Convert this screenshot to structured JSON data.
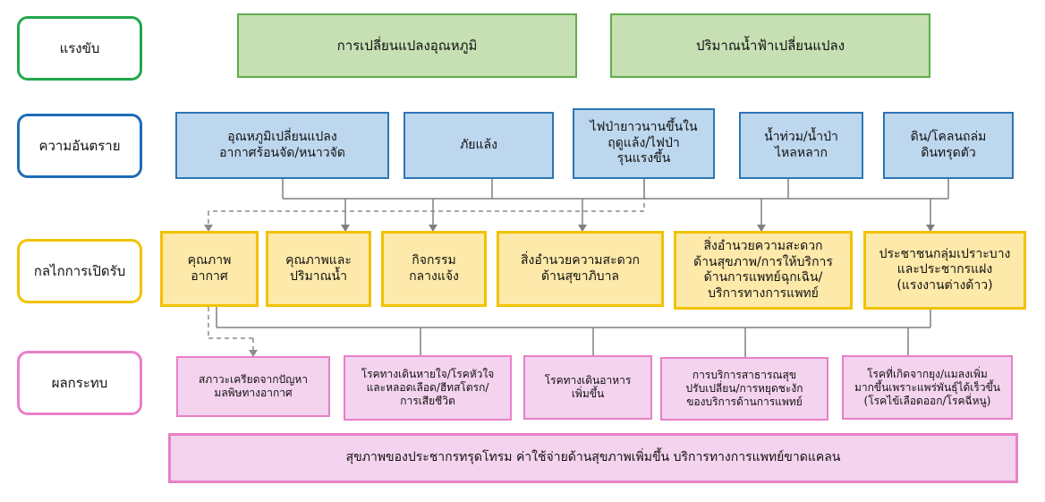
{
  "colors": {
    "drivers": "#22a84a",
    "hazards": "#1f6bb8",
    "exposure": "#f2c200",
    "impacts": "#e880c8",
    "connector": "#7f7f7f",
    "dashed_connector": "#8c8c8c"
  },
  "row_labels": {
    "drivers": "แรงขับ",
    "hazards": "ความอันตราย",
    "exposure": "กลไกการเปิดรับ",
    "impacts": "ผลกระทบ"
  },
  "drivers": [
    "การเปลี่ยนแปลงอุณหภูมิ",
    "ปริมาณน้ำฟ้าเปลี่ยนแปลง"
  ],
  "hazards": [
    "อุณหภูมิเปลี่ยนแปลง\nอากาศร้อนจัด/หนาวจัด",
    "ภัยแล้ง",
    "ไฟป่ายาวนานขึ้นใน\nฤดูแล้ง/ไฟป่า\nรุนแรงขึ้น",
    "น้ำท่วม/น้ำป่า\nไหลหลาก",
    "ดิน/โคลนถล่ม\nดินทรุดตัว"
  ],
  "exposure": [
    "คุณภาพ\nอากาศ",
    "คุณภาพและ\nปริมาณน้ำ",
    "กิจกรรม\nกลางแจ้ง",
    "สิ่งอำนวยความสะดวก\nด้านสุขาภิบาล",
    "สิ่งอำนวยความสะดวก\nด้านสุขภาพ/การให้บริการ\nด้านการแพทย์ฉุกเฉิน/\nบริการทางการแพทย์",
    "ประชาชนกลุ่มเปราะบาง\nและประชากรแฝง\n(แรงงานต่างด้าว)"
  ],
  "impacts": [
    "สภาวะเครียดจากปัญหา\nมลพิษทางอากาศ",
    "โรคทางเดินหายใจ/โรคหัวใจ\nและหลอดเลือด/ฮีทสโตรก/\nการเสียชีวิต",
    "โรคทางเดินอาหาร\nเพิ่มขึ้น",
    "การบริการสาธารณสุข\nปรับเปลี่ยน/การหยุดชะงัก\nของบริการด้านการแพทย์",
    "โรคที่เกิดจากยุง/แมลงเพิ่ม\nมากขึ้นเพราะแพร่พันธุ์ได้เร็วขึ้น\n(โรคไข้เลือดออก/โรคฉี่หนู)"
  ],
  "summary": "สุขภาพของประชากรทรุดโทรม ค่าใช้จ่ายด้านสุขภาพเพิ่มขึ้น บริการทางการแพทย์ขาดแคลน"
}
